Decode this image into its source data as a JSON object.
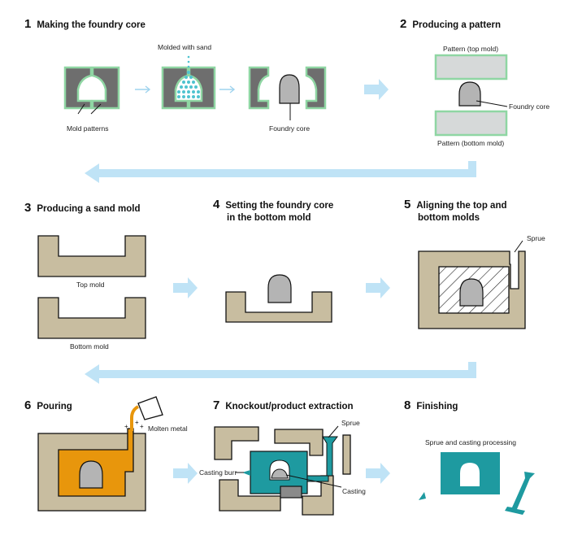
{
  "steps": [
    {
      "num": "1",
      "title": "Making the foundry core"
    },
    {
      "num": "2",
      "title": "Producing a pattern"
    },
    {
      "num": "3",
      "title": "Producing a sand mold"
    },
    {
      "num": "4",
      "title": "Setting the foundry core",
      "title2": "in the bottom mold"
    },
    {
      "num": "5",
      "title": "Aligning the top and",
      "title2": "bottom molds"
    },
    {
      "num": "6",
      "title": "Pouring"
    },
    {
      "num": "7",
      "title": "Knockout/product extraction"
    },
    {
      "num": "8",
      "title": "Finishing"
    }
  ],
  "labels": {
    "molded_with_sand": "Molded with sand",
    "mold_patterns": "Mold patterns",
    "foundry_core_1": "Foundry core",
    "pattern_top": "Pattern (top mold)",
    "foundry_core_2": "Foundry core",
    "pattern_bottom": "Pattern (bottom mold)",
    "top_mold": "Top mold",
    "bottom_mold": "Bottom mold",
    "sprue_5": "Sprue",
    "molten_metal": "Molten metal",
    "sprue_7": "Sprue",
    "casting_burr": "Casting burr",
    "casting": "Casting",
    "finishing_note": "Sprue and casting processing"
  },
  "colors": {
    "mold_gray": "#6e6e6e",
    "pattern_green": "#8fd6a3",
    "sand_beige": "#c8bda0",
    "core_gray": "#b4b4b4",
    "arrow_blue": "#bfe3f6",
    "metal_orange": "#e8960c",
    "casting_teal": "#1e9aa0",
    "pattern_fill": "#d6d9d9"
  }
}
